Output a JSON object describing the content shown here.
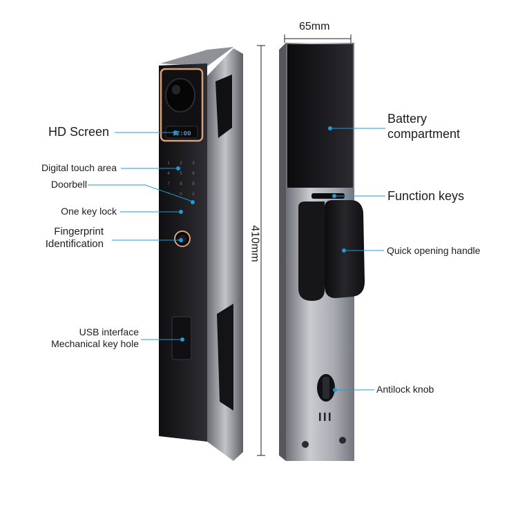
{
  "dimensions": {
    "width": "65mm",
    "height": "410mm"
  },
  "front_labels": {
    "hd_screen": "HD Screen",
    "digital_touch_area": "Digital touch area",
    "doorbell": "Doorbell",
    "one_key_lock": "One key lock",
    "fingerprint_line1": "Fingerprint",
    "fingerprint_line2": "Identification",
    "usb_line1": "USB interface",
    "usb_line2": "Mechanical key hole"
  },
  "back_labels": {
    "battery_line1": "Battery",
    "battery_line2": "compartment",
    "function_keys": "Function keys",
    "quick_handle": "Quick opening handle",
    "antilock_knob": "Antilock knob"
  },
  "screen_text": "12:00",
  "keypad": [
    "1",
    "2",
    "3",
    "4",
    "5",
    "6",
    "7",
    "8",
    "9",
    "*",
    "0",
    "#"
  ],
  "colors": {
    "body": "#1b1b1e",
    "body_edge": "#3a3a40",
    "silver": "#b9bcc2",
    "silver_dark": "#8a8d93",
    "leader": "#1e9bd7",
    "ring": "#d9a27b",
    "text": "#1c1c1c"
  }
}
